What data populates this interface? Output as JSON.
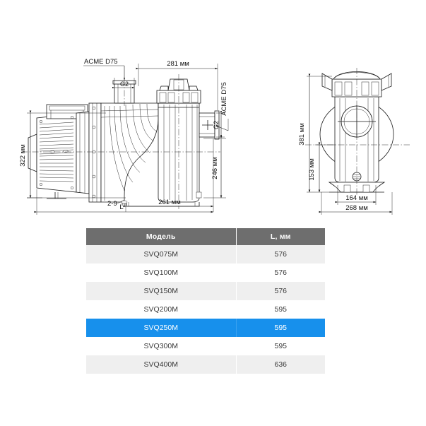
{
  "drawing": {
    "side_view": {
      "labels": {
        "acme_top": "ACME D75",
        "acme_right": "ACME D75",
        "g2_top": "G2",
        "g2_right": "G2",
        "width_281": "281 мм",
        "height_322": "322 мм",
        "height_246": "246 мм",
        "length_261": "261 мм",
        "bolt_note": "2-9",
        "overall_L": "L"
      }
    },
    "front_view": {
      "labels": {
        "height_381": "381 мм",
        "height_153": "153 мм",
        "width_164": "164 мм",
        "width_268": "268 мм"
      }
    }
  },
  "table": {
    "headers": [
      "Модель",
      "L, мм"
    ],
    "rows": [
      {
        "model": "SVQ075M",
        "length": "576",
        "style": "alt"
      },
      {
        "model": "SVQ100M",
        "length": "576",
        "style": "plain"
      },
      {
        "model": "SVQ150M",
        "length": "576",
        "style": "alt"
      },
      {
        "model": "SVQ200M",
        "length": "595",
        "style": "plain"
      },
      {
        "model": "SVQ250M",
        "length": "595",
        "style": "hl"
      },
      {
        "model": "SVQ300M",
        "length": "595",
        "style": "plain"
      },
      {
        "model": "SVQ400M",
        "length": "636",
        "style": "alt"
      }
    ],
    "colors": {
      "header_bg": "#6e6e6e",
      "alt_row_bg": "#efefef",
      "highlight_bg": "#1790ec",
      "text": "#3a3a3a"
    }
  }
}
